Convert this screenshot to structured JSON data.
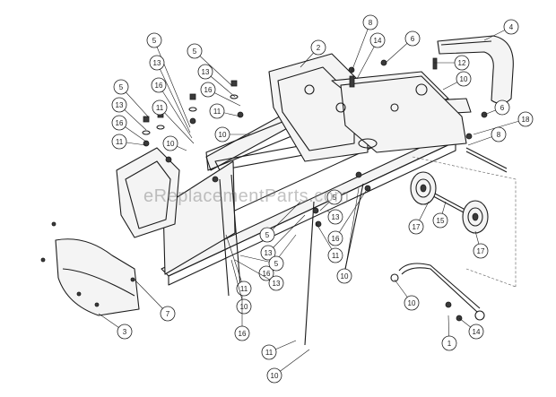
{
  "watermark": "eReplacementParts.com",
  "callouts": [
    "5",
    "13",
    "16",
    "11",
    "5",
    "13",
    "16",
    "11",
    "5",
    "13",
    "16",
    "11",
    "10",
    "10",
    "2",
    "8",
    "14",
    "6",
    "4",
    "12",
    "10",
    "6",
    "18",
    "8",
    "5",
    "13",
    "16",
    "11",
    "10",
    "5",
    "13",
    "5",
    "11",
    "13",
    "16",
    "10",
    "17",
    "15",
    "17",
    "10",
    "1",
    "14",
    "16",
    "11",
    "10",
    "3",
    "7"
  ]
}
